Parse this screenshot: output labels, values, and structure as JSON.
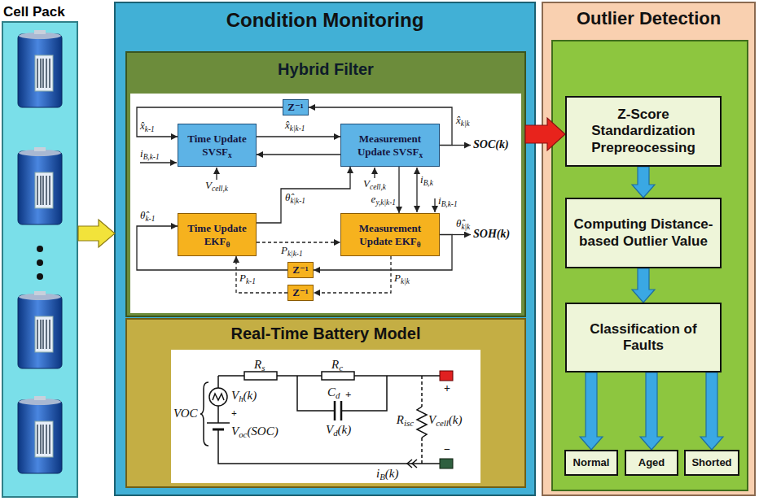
{
  "diagram": {
    "nodes": [
      {
        "text": [
          "Cell Pack"
        ]
      },
      {
        "text": [
          "Condition Monitoring"
        ]
      },
      {
        "text": [
          "Hybrid Filter"
        ],
        "in": 1
      },
      {
        "text": [
          "Time Update SVSFx"
        ],
        "in": 2
      },
      {
        "text": [
          "Measurement Update SVSFx"
        ],
        "in": 2
      },
      {
        "text": [
          "Time Update EKFθ"
        ],
        "in": 2
      },
      {
        "text": [
          "Measurement Update EKFθ"
        ],
        "in": 2
      },
      {
        "text": [
          "Z⁻¹"
        ],
        "in": 2
      },
      {
        "text": [
          "Z⁻¹"
        ],
        "in": 2
      },
      {
        "text": [
          "Z⁻¹"
        ],
        "in": 2
      },
      {
        "text": [
          "Real-Time Battery Model"
        ],
        "in": 1
      },
      {
        "text": [
          "Outlier Detection"
        ]
      },
      {
        "text": [
          "Z-Score Standardization Prepreocessing"
        ],
        "in": 11
      },
      {
        "text": [
          "Computing Distance-based Outlier Value"
        ],
        "in": 11
      },
      {
        "text": [
          "Classification of Faults"
        ],
        "in": 11
      },
      {
        "text": [
          "Normal"
        ],
        "in": 11
      },
      {
        "text": [
          "Aged"
        ],
        "in": 11
      },
      {
        "text": [
          "Shorted"
        ],
        "in": 11
      }
    ],
    "edges": [
      {
        "from": 0,
        "to": 1,
        "arrow": "to"
      },
      {
        "from": 2,
        "to": 12,
        "arrow": "to"
      },
      {
        "from": 12,
        "to": 13,
        "arrow": "to"
      },
      {
        "from": 13,
        "to": 14,
        "arrow": "to"
      },
      {
        "from": 14,
        "to": 15,
        "arrow": "to"
      },
      {
        "from": 14,
        "to": 16,
        "arrow": "to"
      },
      {
        "from": 14,
        "to": 17,
        "arrow": "to"
      },
      {
        "from": 3,
        "to": 4,
        "arrow": "to",
        "label": "x̂k|k-1"
      },
      {
        "from": 4,
        "to": 3,
        "arrow": "to"
      },
      {
        "from": 4,
        "to": 7,
        "arrow": "to",
        "label": "x̂k|k"
      },
      {
        "from": 7,
        "to": 3,
        "arrow": "to",
        "label": "x̂k-1"
      },
      {
        "from": 5,
        "to": 4,
        "arrow": "to",
        "label": "θ̂k|k-1"
      },
      {
        "from": 4,
        "to": 6,
        "arrow": "to",
        "label": "ey,k|k-1"
      },
      {
        "from": 5,
        "to": 6,
        "arrow": "to",
        "label": "Pk|k-1"
      },
      {
        "from": 6,
        "to": 8,
        "arrow": "to",
        "label": "θ̂k|k"
      },
      {
        "from": 8,
        "to": 5,
        "arrow": "to",
        "label": "θ̂k-1"
      },
      {
        "from": 6,
        "to": 9,
        "arrow": "to",
        "label": "Pk|k"
      },
      {
        "from": 9,
        "to": 5,
        "arrow": "to",
        "label": "Pk-1"
      }
    ],
    "labels": [
      "iB,k-1",
      "Vcell,k",
      "Vcell,k",
      "iB,k",
      "iB,k-1",
      "SOC(k)",
      "SOH(k)",
      "Rs",
      "Rc",
      "Cd",
      "VOC",
      "Vh(k)",
      "+",
      "Voc(SOC)",
      "+",
      "Vd(k)",
      "Risc",
      "Vcell(k)",
      "+",
      "−",
      "iB(k)"
    ]
  }
}
